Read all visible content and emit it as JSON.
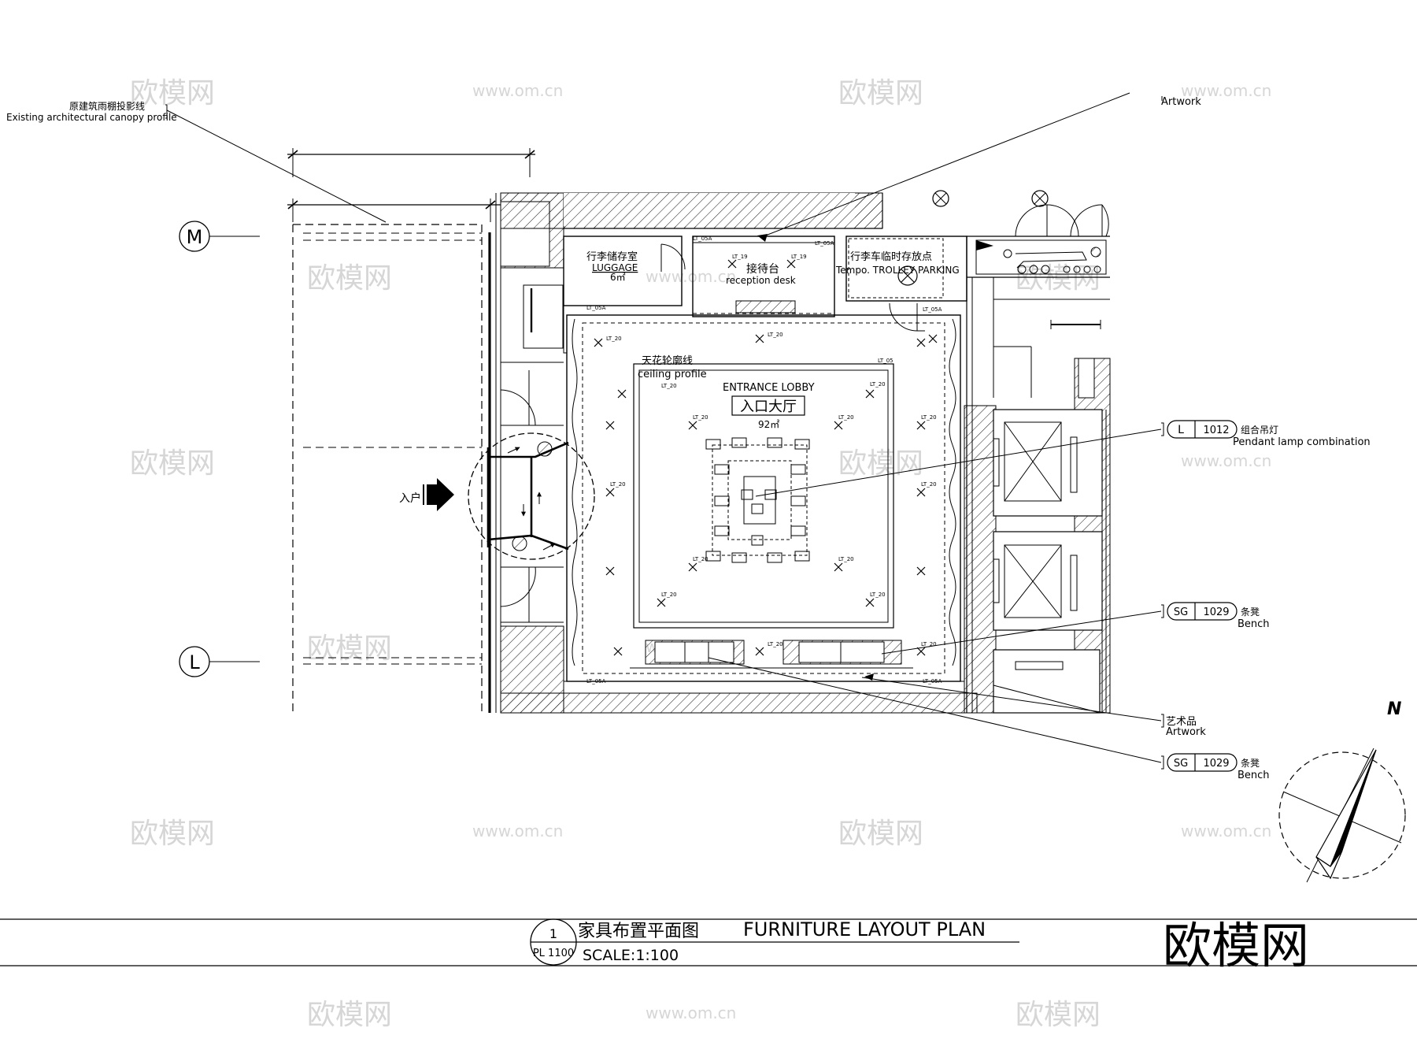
{
  "labels": {
    "canopy_cn": "原建筑雨棚投影线",
    "canopy_en": "Existing architectural canopy profile",
    "artwork_top": "Artwork",
    "luggage_cn": "行李储存室",
    "luggage_en": "LUGGAGE",
    "luggage_area": "6㎡",
    "reception_cn": "接待台",
    "reception_en": "reception desk",
    "trolley_cn": "行李车临时存放点",
    "trolley_en": "Tempo. TROLLEY PARKING",
    "ceiling_cn": "天花轮廓线",
    "ceiling_en": "ceiling profile",
    "lobby_en": "ENTRANCE LOBBY",
    "lobby_cn": "入口大厅",
    "lobby_area": "92㎡",
    "entry_cn": "入户",
    "grid_m": "M",
    "grid_l": "L",
    "north": "N"
  },
  "light_tags": [
    "LT_20",
    "LT_19",
    "LT_05",
    "LT_05A"
  ],
  "callouts": [
    {
      "code": "L",
      "num": "1012",
      "cn": "组合吊灯",
      "en": "Pendant lamp combination"
    },
    {
      "code": "SG",
      "num": "1029",
      "cn": "条凳",
      "en": "Bench"
    },
    {
      "code": "",
      "num": "",
      "cn": "艺术品",
      "en": "Artwork"
    },
    {
      "code": "SG",
      "num": "1029",
      "cn": "条凳",
      "en": "Bench"
    }
  ],
  "title_block": {
    "number": "1",
    "sheet": "PL 1100",
    "title_cn": "家具布置平面图",
    "title_en": "FURNITURE LAYOUT  PLAN",
    "scale": "SCALE:1:100"
  },
  "brand": "欧模网",
  "watermarks": [
    "欧模网",
    "www.om.cn"
  ]
}
